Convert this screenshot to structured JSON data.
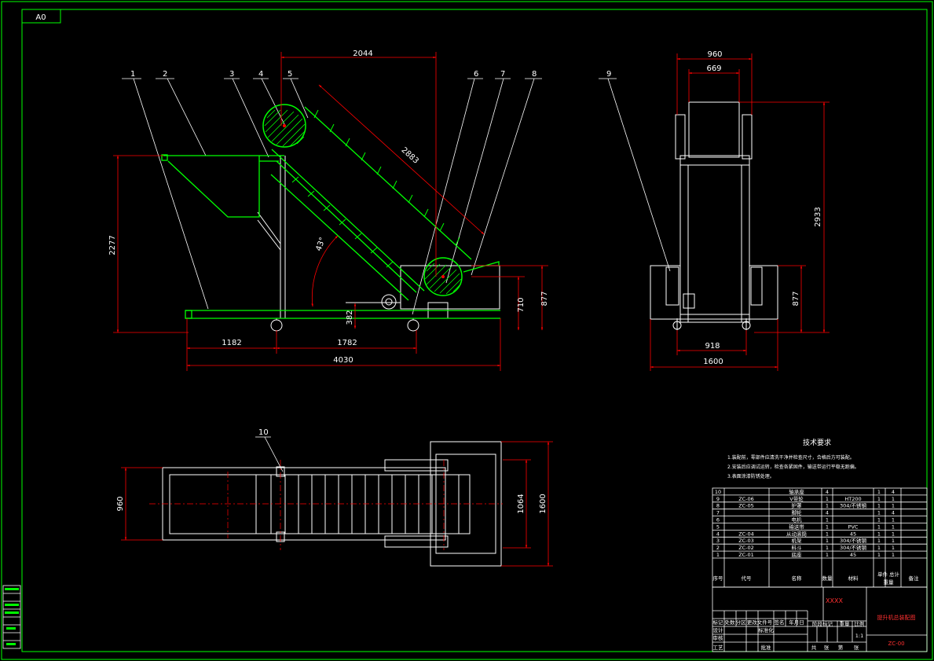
{
  "sheet": {
    "size_tag": "A0",
    "frame_color": "#00ff00",
    "line_color": "#ffffff",
    "dim_color": "#ff0000",
    "part_color": "#00ff00"
  },
  "side_view": {
    "leaders": [
      "1",
      "2",
      "3",
      "4",
      "5",
      "6",
      "7",
      "8"
    ],
    "dims": {
      "top_span": "2044",
      "incline": "2883",
      "height": "2277",
      "angle": "43°",
      "h_small": "382",
      "h_710": "710",
      "h_877": "877",
      "b_left": "1182",
      "b_mid": "1782",
      "total": "4030"
    }
  },
  "end_view": {
    "leaders": [
      "9"
    ],
    "dims": {
      "w_top": "960",
      "w_inner": "669",
      "height": "2933",
      "h_877": "877",
      "w_918": "918",
      "w_1600": "1600"
    }
  },
  "plan_view": {
    "leaders": [
      "10"
    ],
    "dims": {
      "w_left": "960",
      "w_1064": "1064",
      "w_1600": "1600"
    }
  },
  "notes": {
    "title": "技术要求",
    "lines": [
      "1.装配前，零部件应清洗干净并检查尺寸，合格后方可装配。",
      "2.安装后应调试运转，检查各紧固件，输送带运行平稳无跑偏。",
      "3.表面涂漆防锈处理。"
    ]
  },
  "bom": {
    "rows": [
      {
        "no": "10",
        "code": "",
        "name": "轴承座",
        "qty": "4",
        "mat": "",
        "a": "1",
        "b": "4"
      },
      {
        "no": "9",
        "code": "ZC-06",
        "name": "V带轮",
        "qty": "1",
        "mat": "HT200",
        "a": "1",
        "b": "1"
      },
      {
        "no": "8",
        "code": "ZC-05",
        "name": "护罩",
        "qty": "1",
        "mat": "304/不锈钢",
        "a": "1",
        "b": "1"
      },
      {
        "no": "7",
        "code": "",
        "name": "脚轮",
        "qty": "4",
        "mat": "",
        "a": "1",
        "b": "4"
      },
      {
        "no": "6",
        "code": "",
        "name": "电机",
        "qty": "1",
        "mat": "",
        "a": "1",
        "b": "1"
      },
      {
        "no": "5",
        "code": "",
        "name": "输送带",
        "qty": "1",
        "mat": "PVC",
        "a": "1",
        "b": "1"
      },
      {
        "no": "4",
        "code": "ZC-04",
        "name": "从动滚筒",
        "qty": "1",
        "mat": "45",
        "a": "1",
        "b": "1"
      },
      {
        "no": "3",
        "code": "ZC-03",
        "name": "机架",
        "qty": "1",
        "mat": "304/不锈钢",
        "a": "1",
        "b": "1"
      },
      {
        "no": "2",
        "code": "ZC-02",
        "name": "料斗",
        "qty": "1",
        "mat": "304/不锈钢",
        "a": "1",
        "b": "1"
      },
      {
        "no": "1",
        "code": "ZC-01",
        "name": "底座",
        "qty": "1",
        "mat": "45",
        "a": "1",
        "b": "1"
      }
    ],
    "header": {
      "no": "序号",
      "code": "代号",
      "name": "名称",
      "qty": "数量",
      "mat": "材料",
      "weight": "单件 总计",
      "weight2": "重量",
      "remark": "备注"
    }
  },
  "title_block": {
    "company": "XXXX",
    "drawing_title": "提升机总装配图",
    "code": "ZC-00",
    "scale": "1:1",
    "rev_labels": [
      "标记",
      "处数",
      "分区",
      "更改文件号",
      "签名",
      "年月日"
    ],
    "role_labels": [
      "设计",
      "审核",
      "工艺"
    ],
    "role_labels2": [
      "标准化",
      "批准"
    ],
    "stage_labels": [
      "阶段标记",
      "重量",
      "比例"
    ],
    "sheet_labels": [
      "共",
      "张",
      "第",
      "张"
    ]
  }
}
